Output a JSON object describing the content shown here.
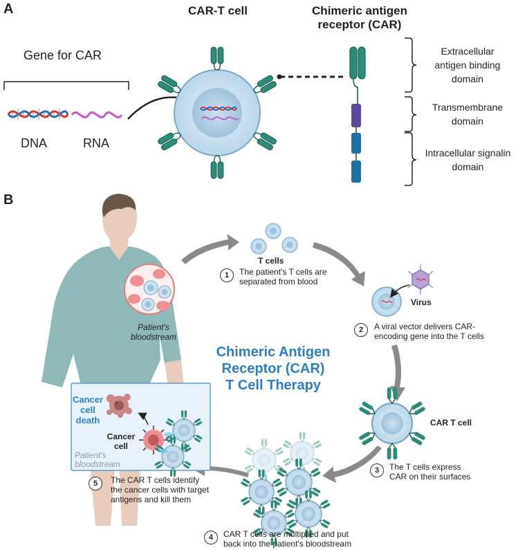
{
  "panel_a": {
    "letter": "A",
    "gene_label": "Gene for CAR",
    "dna_label": "DNA",
    "rna_label": "RNA",
    "cart_title": "CAR-T cell",
    "car_title_line1": "Chimeric antigen",
    "car_title_line2": "receptor (CAR)",
    "domains": [
      {
        "line1": "Extracellular",
        "line2": "antigen binding",
        "line3": "domain"
      },
      {
        "line1": "Transmembrane",
        "line2": "domain",
        "line3": ""
      },
      {
        "line1": "Intracellular signalin",
        "line2": "domain",
        "line3": ""
      }
    ]
  },
  "panel_b": {
    "letter": "B",
    "center_title": [
      "Chimeric Antigen",
      "Receptor (CAR)",
      "T Cell Therapy"
    ],
    "bloodstream_label": [
      "Patient's",
      "bloodstream"
    ],
    "tcells_label": "T cells",
    "virus_label": "Virus",
    "cart_label": "CAR T cell",
    "cancer_label": [
      "Cancer",
      "cell"
    ],
    "death_label": [
      "Cancer",
      "cell",
      "death"
    ],
    "inset_bloodstream": [
      "Patient's",
      "bloodstream"
    ],
    "steps": [
      {
        "num": "1",
        "line1": "The patient's T cells are",
        "line2": "separated from blood"
      },
      {
        "num": "2",
        "line1": "A viral vector delivers CAR-",
        "line2": "encoding gene into the T cells"
      },
      {
        "num": "3",
        "line1": "The T cells  express",
        "line2": "CAR on their surfaces"
      },
      {
        "num": "4",
        "line1": "CAR T cells are multiplied and put",
        "line2": "back into the patient's bloodstream"
      },
      {
        "num": "5",
        "line1": "The CAR T cells identify",
        "line2": "the cancer cells with target",
        "line3": "antigens and kill them"
      }
    ]
  },
  "colors": {
    "teal": "#2e8b7a",
    "blue_title": "#2f7ec4",
    "purple": "#5b4a9c",
    "cell_blue": "#cfe3f0",
    "gown": "#8fb8b8"
  }
}
